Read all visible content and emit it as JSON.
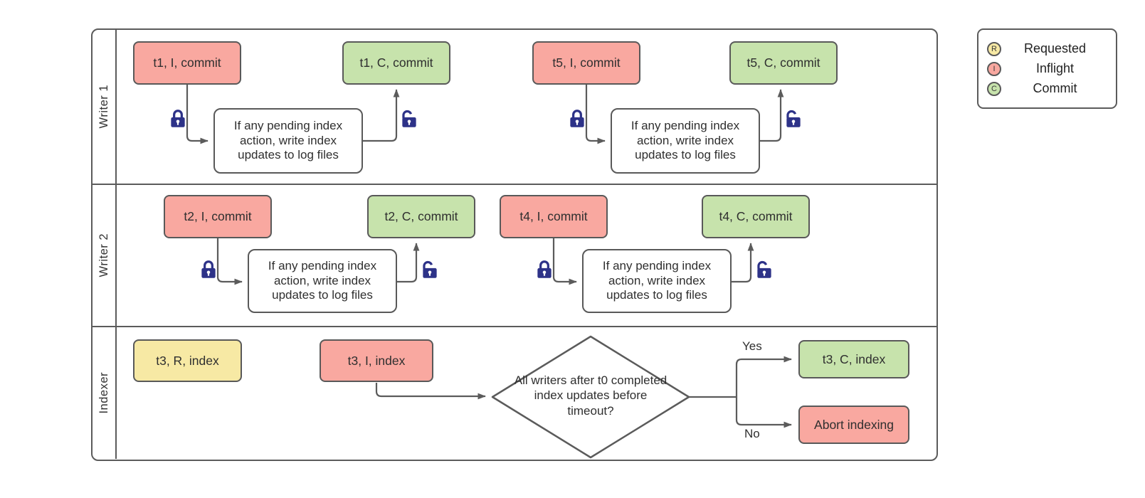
{
  "lanes": [
    {
      "label": "Writer 1"
    },
    {
      "label": "Writer 2"
    },
    {
      "label": "Indexer"
    }
  ],
  "process_box_text": "If any pending index action, write index updates to log files",
  "nodes": {
    "t1_inflight": "t1, I, commit",
    "t1_commit": "t1, C, commit",
    "t5_inflight": "t5, I, commit",
    "t5_commit": "t5, C, commit",
    "t2_inflight": "t2, I, commit",
    "t2_commit": "t2, C, commit",
    "t4_inflight": "t4, I, commit",
    "t4_commit": "t4, C, commit",
    "t3_requested": "t3, R, index",
    "t3_inflight": "t3, I, index",
    "t3_commit": "t3, C, index",
    "abort": "Abort indexing"
  },
  "decision": {
    "text": "All writers after t0 completed index updates before timeout?",
    "yes_label": "Yes",
    "no_label": "No"
  },
  "legend": {
    "items": [
      {
        "letter": "R",
        "label": "Requested",
        "color": "#f7e9a4"
      },
      {
        "letter": "I",
        "label": "Inflight",
        "color": "#f9a8a0"
      },
      {
        "letter": "C",
        "label": "Commit",
        "color": "#c7e3ac"
      }
    ]
  },
  "colors": {
    "requested": "#f7e9a4",
    "inflight": "#f9a8a0",
    "commit": "#c7e3ac",
    "line": "#5b5b5b",
    "lock": "#2d3288"
  }
}
